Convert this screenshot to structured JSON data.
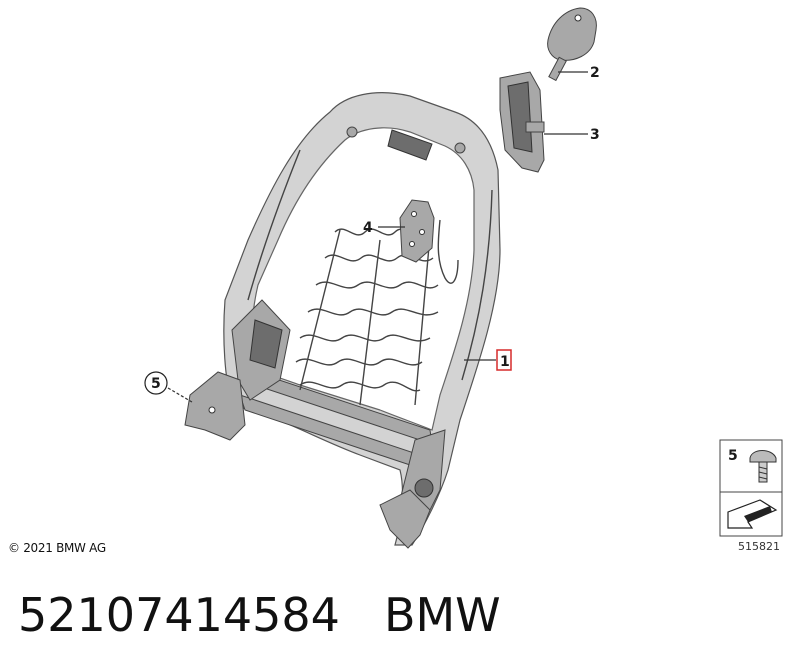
{
  "callouts": [
    {
      "number": "1",
      "highlighted": true
    },
    {
      "number": "2",
      "highlighted": false
    },
    {
      "number": "3",
      "highlighted": false
    },
    {
      "number": "4",
      "highlighted": false
    },
    {
      "number": "5",
      "highlighted": false,
      "circled": true
    }
  ],
  "legend_box": {
    "number": "5"
  },
  "copyright": "© 2021 BMW AG",
  "catalog_code": "515821",
  "part_number": "52107414584",
  "brand": "BMW",
  "colors": {
    "highlight_box": "#d62b2b",
    "frame_gray": "#d3d3d3"
  }
}
